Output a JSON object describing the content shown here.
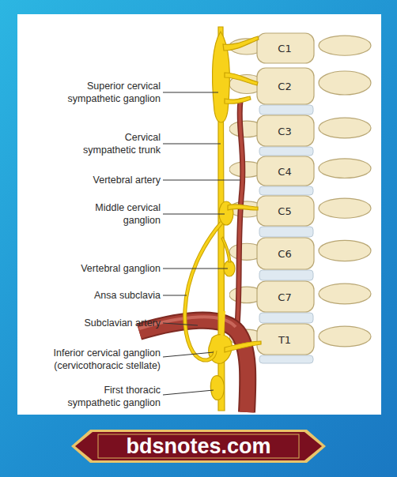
{
  "diagram": {
    "nodes": [
      {
        "text": [
          "C1"
        ]
      },
      {
        "text": [
          "C2"
        ]
      },
      {
        "text": [
          "C3"
        ]
      },
      {
        "text": [
          "C4"
        ]
      },
      {
        "text": [
          "C5"
        ]
      },
      {
        "text": [
          "C6"
        ]
      },
      {
        "text": [
          "C7"
        ]
      },
      {
        "text": [
          "T1"
        ]
      },
      {
        "text": [
          "bdsnotes.com"
        ]
      }
    ],
    "labels": [
      "Superior cervical sympathetic ganglion",
      "Cervical sympathetic trunk",
      "Vertebral artery",
      "Middle cervical ganglion",
      "Vertebral ganglion",
      "Ansa subclavia",
      "Subclavian artery",
      "Inferior cervical ganglion (cervicothoracic stellate)",
      "First thoracic sympathetic ganglion"
    ]
  }
}
